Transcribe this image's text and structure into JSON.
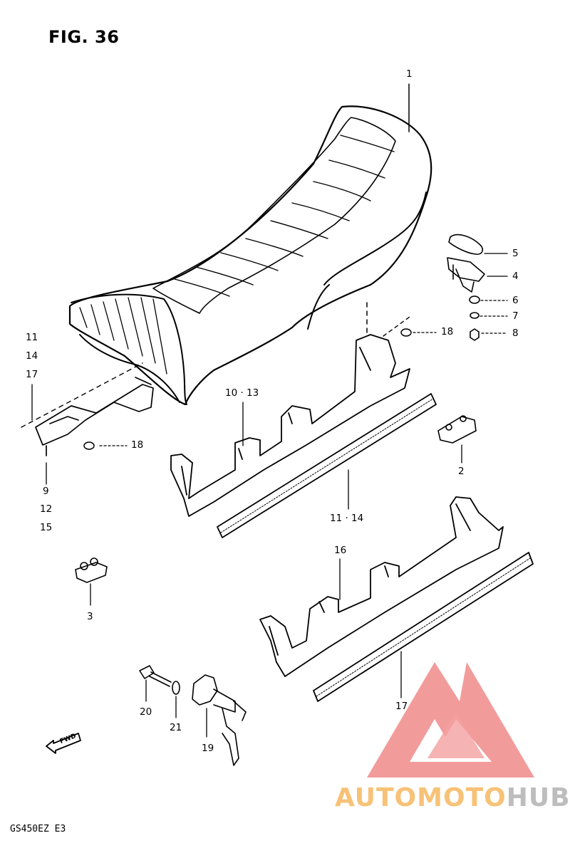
{
  "figure": {
    "title": "FIG. 36",
    "model_code": "GS450EZ E3"
  },
  "callouts": [
    {
      "id": "c1",
      "text": "1"
    },
    {
      "id": "c5",
      "text": "5"
    },
    {
      "id": "c4",
      "text": "4"
    },
    {
      "id": "c6",
      "text": "6"
    },
    {
      "id": "c7",
      "text": "7"
    },
    {
      "id": "c8",
      "text": "8"
    },
    {
      "id": "c18a",
      "text": "18"
    },
    {
      "id": "c18b",
      "text": "18"
    },
    {
      "id": "c11a",
      "text": "11"
    },
    {
      "id": "c14a",
      "text": "14"
    },
    {
      "id": "c17a",
      "text": "17"
    },
    {
      "id": "c1013",
      "text": "10 · 13"
    },
    {
      "id": "c2",
      "text": "2"
    },
    {
      "id": "c9",
      "text": "9"
    },
    {
      "id": "c12",
      "text": "12"
    },
    {
      "id": "c15",
      "text": "15"
    },
    {
      "id": "c1114",
      "text": "11 · 14"
    },
    {
      "id": "c16",
      "text": "16"
    },
    {
      "id": "c3",
      "text": "3"
    },
    {
      "id": "c17b",
      "text": "17"
    },
    {
      "id": "c20",
      "text": "20"
    },
    {
      "id": "c21",
      "text": "21"
    },
    {
      "id": "c19",
      "text": "19"
    }
  ],
  "fwd_arrow": "FWD",
  "watermark": {
    "part1": "AUTOMOTO",
    "part2": "HUB",
    "color_primary": "#f08a8a",
    "color_accent": "#f7c277",
    "color_secondary": "#bdbdbd"
  }
}
